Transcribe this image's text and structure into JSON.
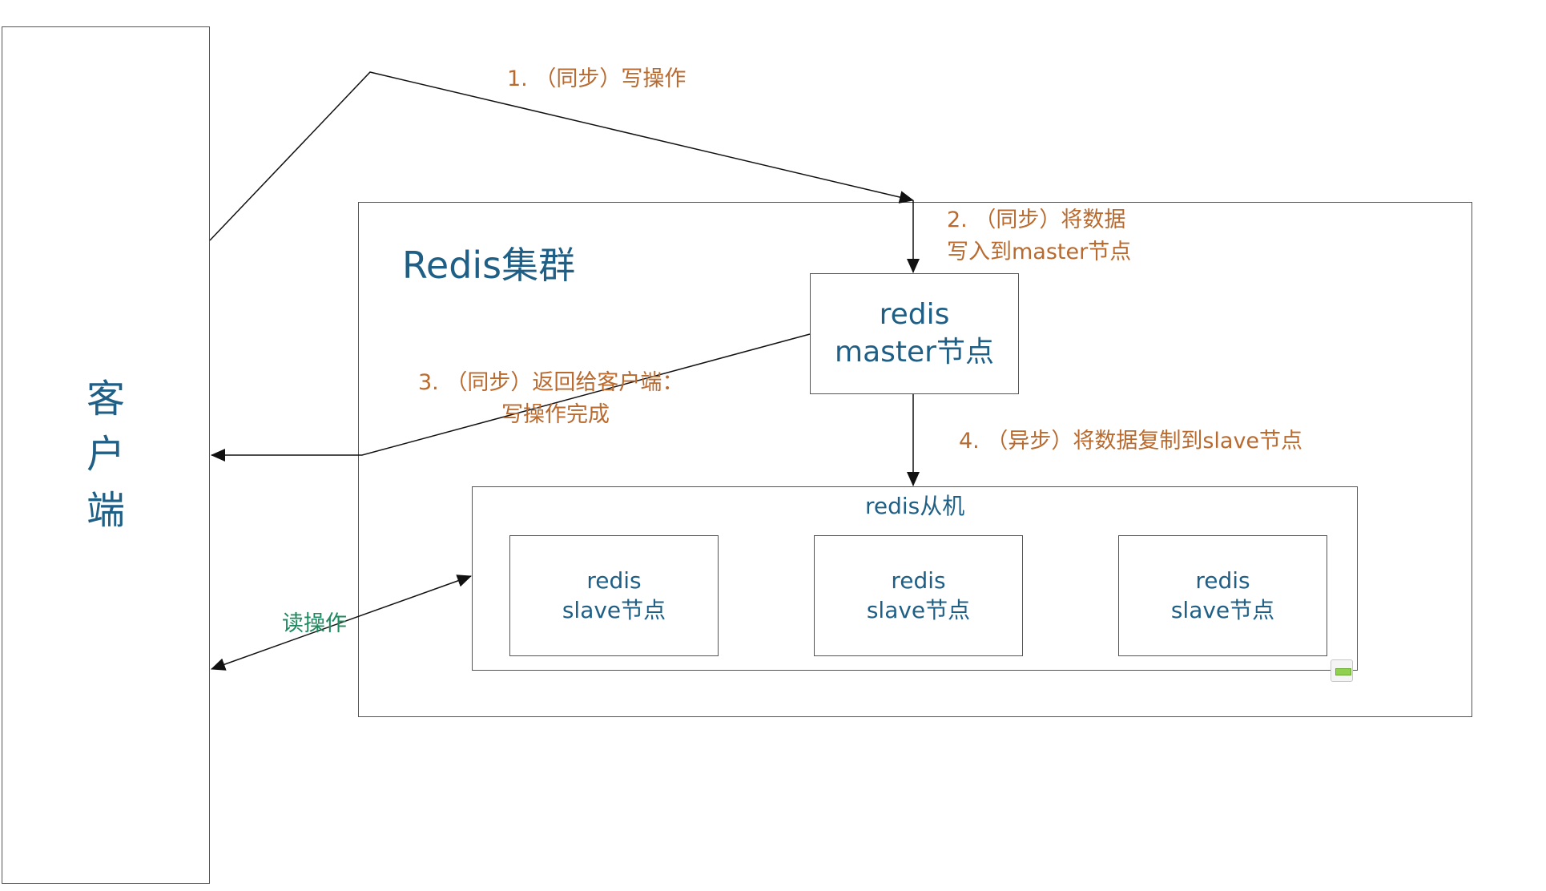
{
  "client": {
    "chars": [
      "客",
      "户",
      "端"
    ]
  },
  "cluster": {
    "title": "Redis集群"
  },
  "master": {
    "line1": "redis",
    "line2": "master节点"
  },
  "slave_group": {
    "title": "redis从机",
    "slaves": [
      {
        "line1": "redis",
        "line2": "slave节点"
      },
      {
        "line1": "redis",
        "line2": "slave节点"
      },
      {
        "line1": "redis",
        "line2": "slave节点"
      }
    ]
  },
  "steps": {
    "step1": "1. （同步）写操作",
    "step2_line1": "2. （同步）将数据",
    "step2_line2": "写入到master节点",
    "step3_line1": "3. （同步）返回给客户端：",
    "step3_line2": "写操作完成",
    "step4": "4. （异步）将数据复制到slave节点",
    "read": "读操作"
  },
  "colors": {
    "step_text": "#b86a2f",
    "node_text": "#1f5f86",
    "read_text": "#1f8a5f",
    "stroke": "#555555",
    "handle": "#8fd14f"
  }
}
